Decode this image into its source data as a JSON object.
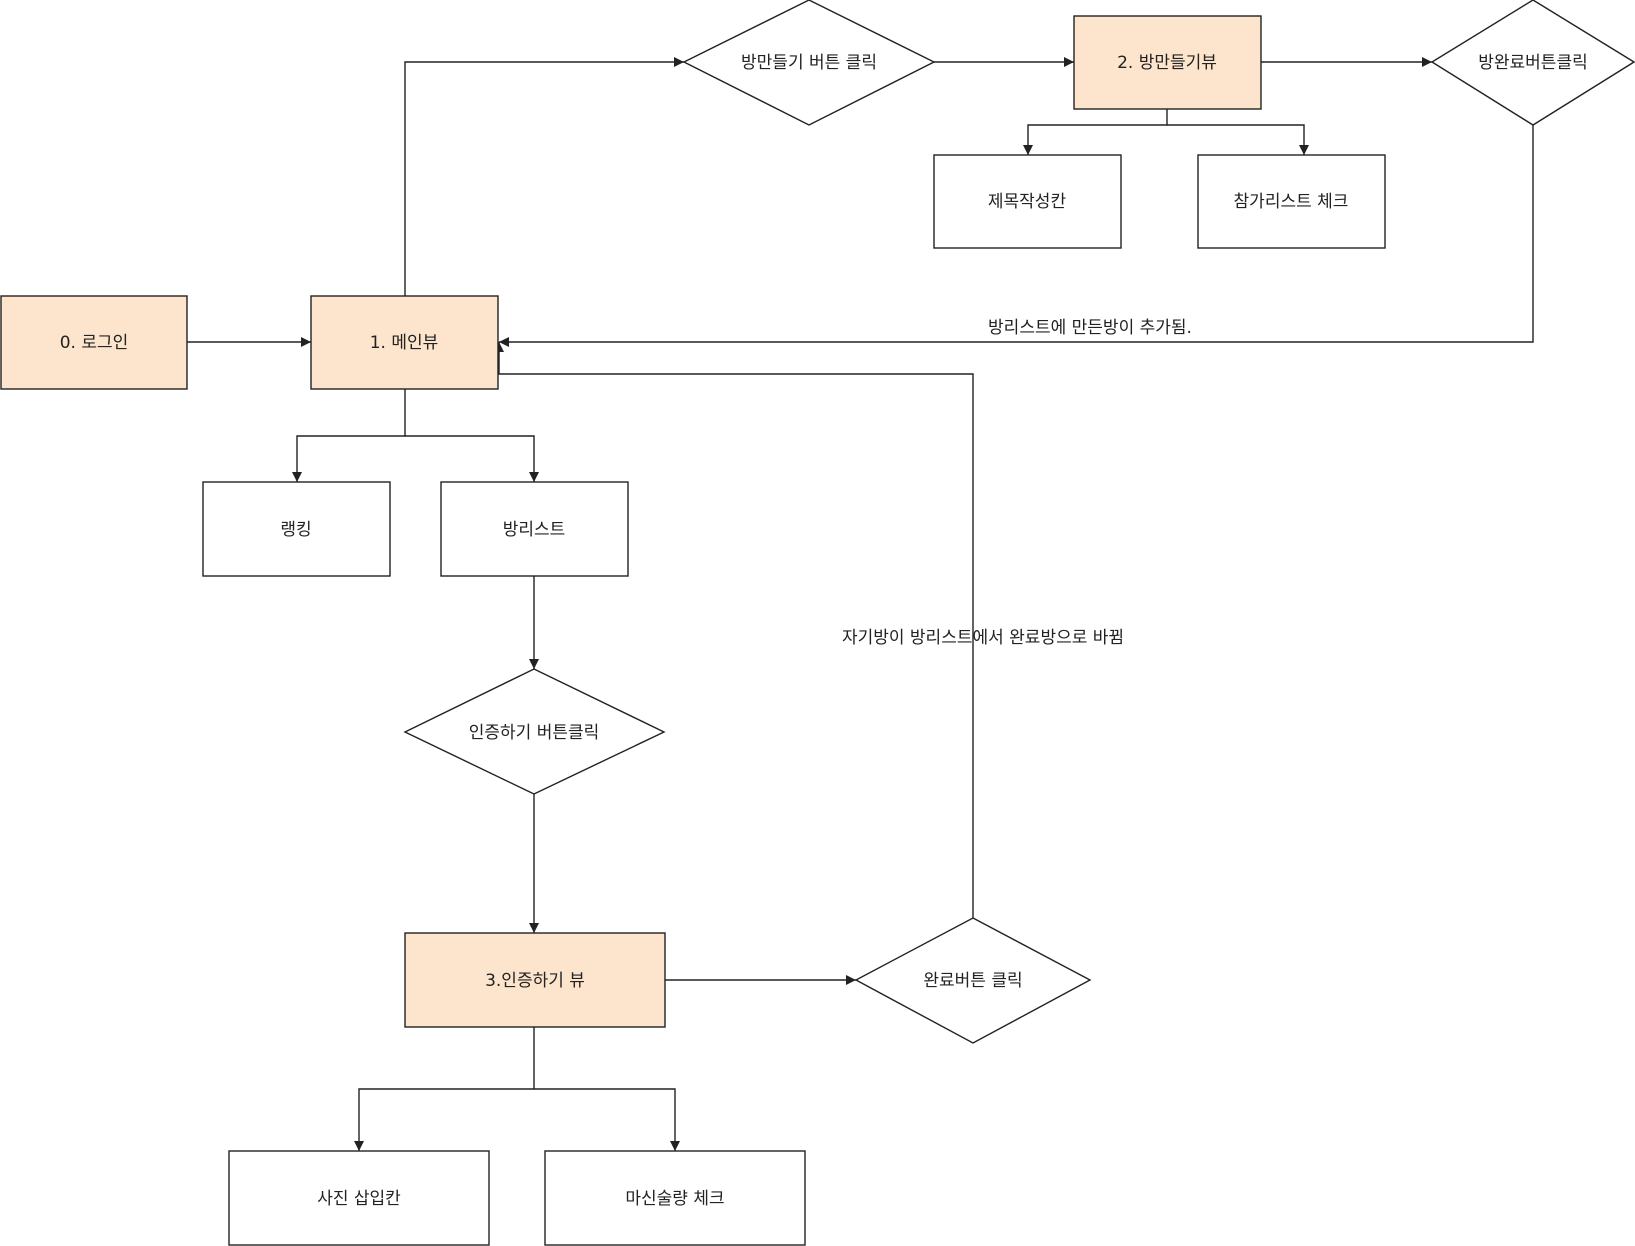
{
  "nodes": {
    "login": "0. 로그인",
    "main_view": "1. 메인뷰",
    "make_room_click": "방만들기 버튼 클릭",
    "make_room_view": "2. 방만들기뷰",
    "room_done_click": "방완료버튼클릭",
    "title_input": "제목작성칸",
    "participant_check": "참가리스트 체크",
    "ranking": "랭킹",
    "room_list": "방리스트",
    "verify_click": "인증하기 버튼클릭",
    "verify_view": "3.인증하기 뷰",
    "complete_click": "완료버튼 클릭",
    "photo_insert": "사진 삽입칸",
    "water_check": "마신술량 체크"
  },
  "edge_labels": {
    "room_added": "방리스트에 만든방이 추가됨.",
    "room_completed": "자기방이 방리스트에서 완료방으로 바뀜"
  },
  "colors": {
    "view_fill": "#fde4cc",
    "stroke": "#222222"
  }
}
